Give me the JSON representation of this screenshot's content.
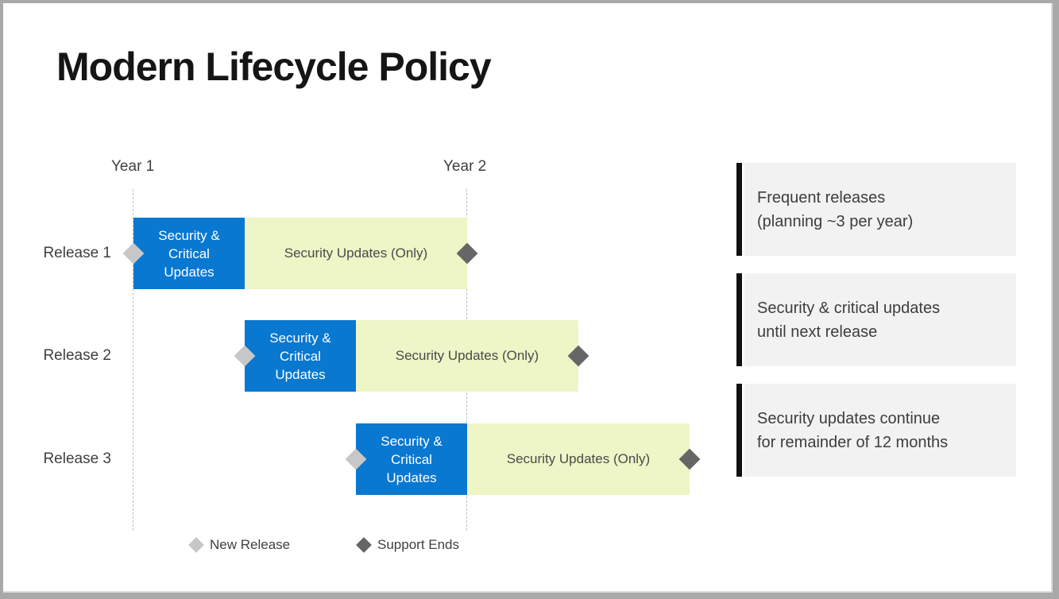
{
  "title": "Modern Lifecycle Policy",
  "timeline": {
    "year_labels": [
      "Year 1",
      "Year 2"
    ],
    "rows": [
      {
        "label": "Release 1",
        "phase1_lines": [
          "Security &",
          "Critical",
          "Updates"
        ],
        "phase2_label": "Security Updates (Only)"
      },
      {
        "label": "Release 2",
        "phase1_lines": [
          "Security &",
          "Critical",
          "Updates"
        ],
        "phase2_label": "Security Updates (Only)"
      },
      {
        "label": "Release 3",
        "phase1_lines": [
          "Security &",
          "Critical",
          "Updates"
        ],
        "phase2_label": "Security Updates (Only)"
      }
    ],
    "legend": [
      {
        "icon": "new-release-diamond",
        "label": "New Release"
      },
      {
        "icon": "support-ends-diamond",
        "label": "Support Ends"
      }
    ]
  },
  "callouts": [
    {
      "line1": "Frequent releases",
      "line2": "(planning ~3 per year)"
    },
    {
      "line1": "Security & critical updates",
      "line2": "until next release"
    },
    {
      "line1": "Security updates continue",
      "line2": "for remainder of 12 months"
    }
  ],
  "colors": {
    "phase1_blue": "#0878d1",
    "phase2_yellow": "#eef5c6",
    "callout_background": "#f2f2f2",
    "callout_accent_bar": "#111111",
    "new_release_diamond": "#c7c7c7",
    "support_ends_diamond": "#666666",
    "dashed_line": "#bfbfbf",
    "frame_border": "#a9a9a9",
    "body_text": "#404040"
  }
}
